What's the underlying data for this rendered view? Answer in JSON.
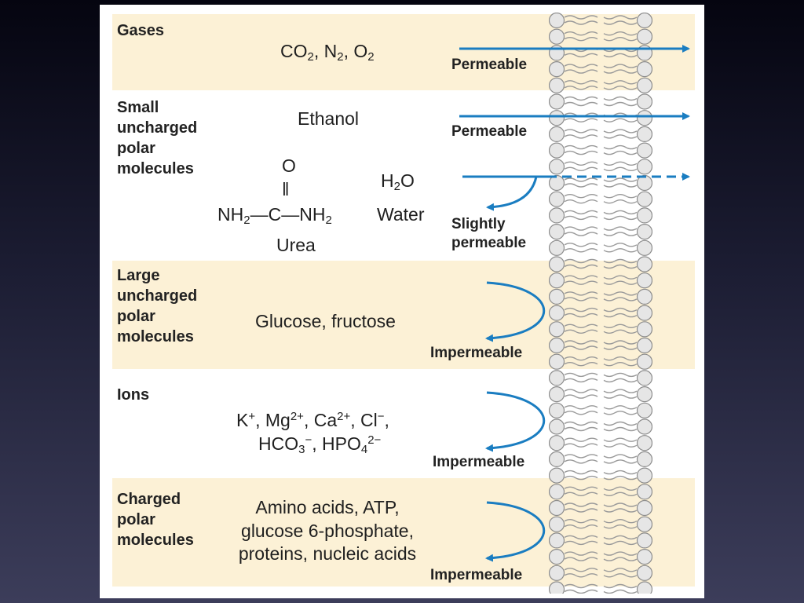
{
  "colors": {
    "band": "#fcf1d6",
    "arrow": "#1a7dc1",
    "lipid_head": "#e6e6e6",
    "lipid_outline": "#8c8c8c"
  },
  "rows": [
    {
      "category": "Gases",
      "molecules": {
        "pre1": "CO",
        "sub1": "2",
        "mid1": ", N",
        "sub2": "2",
        "mid2": ", O",
        "sub3": "2"
      },
      "label": "Permeable"
    },
    {
      "category": "Small\nuncharged\npolar\nmolecules",
      "ethanol": "Ethanol",
      "ethanol_label": "Permeable",
      "urea": {
        "o": "O",
        "double_bond": "‖",
        "left": "NH",
        "left_sub": "2",
        "center": "—C—",
        "right": "NH",
        "right_sub": "2",
        "name": "Urea"
      },
      "water": {
        "h": "H",
        "h_sub": "2",
        "o": "O",
        "name": "Water"
      },
      "water_label": "Slightly\npermeable"
    },
    {
      "category": "Large\nuncharged\npolar\nmolecules",
      "molecules": "Glucose, fructose",
      "label": "Impermeable"
    },
    {
      "category": "Ions",
      "ions_line1": {
        "k": "K",
        "k_sup": "+",
        "mg": ", Mg",
        "mg_sup": "2+",
        "ca": ", Ca",
        "ca_sup": "2+",
        "cl": ", Cl",
        "cl_sup": "−",
        "end": ","
      },
      "ions_line2": {
        "hco": "HCO",
        "hco_sub": "3",
        "hco_sup": "−",
        "hpo": ", HPO",
        "hpo_sub": "4",
        "hpo_sup": "2−"
      },
      "label": "Impermeable"
    },
    {
      "category": "Charged\npolar\nmolecules",
      "molecules": [
        "Amino acids, ATP,",
        "glucose 6-phosphate,",
        "proteins, nucleic acids"
      ],
      "label": "Impermeable"
    }
  ]
}
